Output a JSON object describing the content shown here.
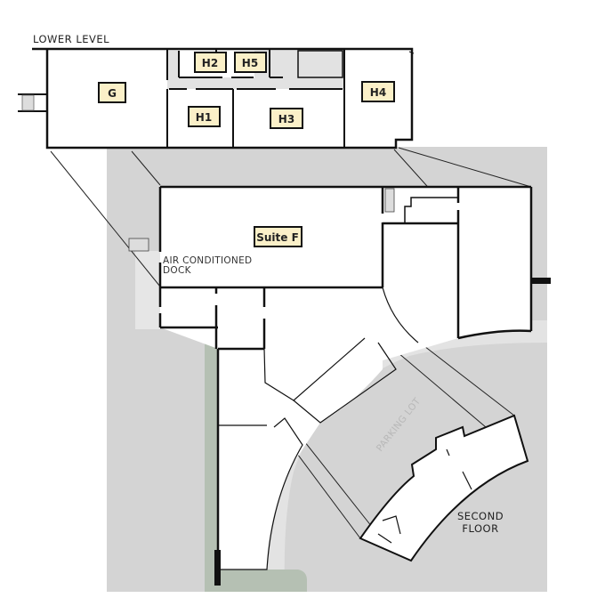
{
  "headings": {
    "lower_level": "LOWER LEVEL",
    "second_floor_line1": "SECOND",
    "second_floor_line2": "FLOOR"
  },
  "rooms": {
    "g": "G",
    "h1": "H1",
    "h2": "H2",
    "h3": "H3",
    "h4": "H4",
    "h5": "H5",
    "suite_f": "Suite F"
  },
  "annotations": {
    "dock_line1": "AIR CONDITIONED",
    "dock_line2": "DOCK",
    "parking": "PARKING LOT"
  },
  "colors": {
    "label_fill": "#fbf0c8",
    "ground": "#d4d4d4",
    "ring": "#e3e3e3",
    "green": "#b5c0b3",
    "wall": "#111111"
  }
}
